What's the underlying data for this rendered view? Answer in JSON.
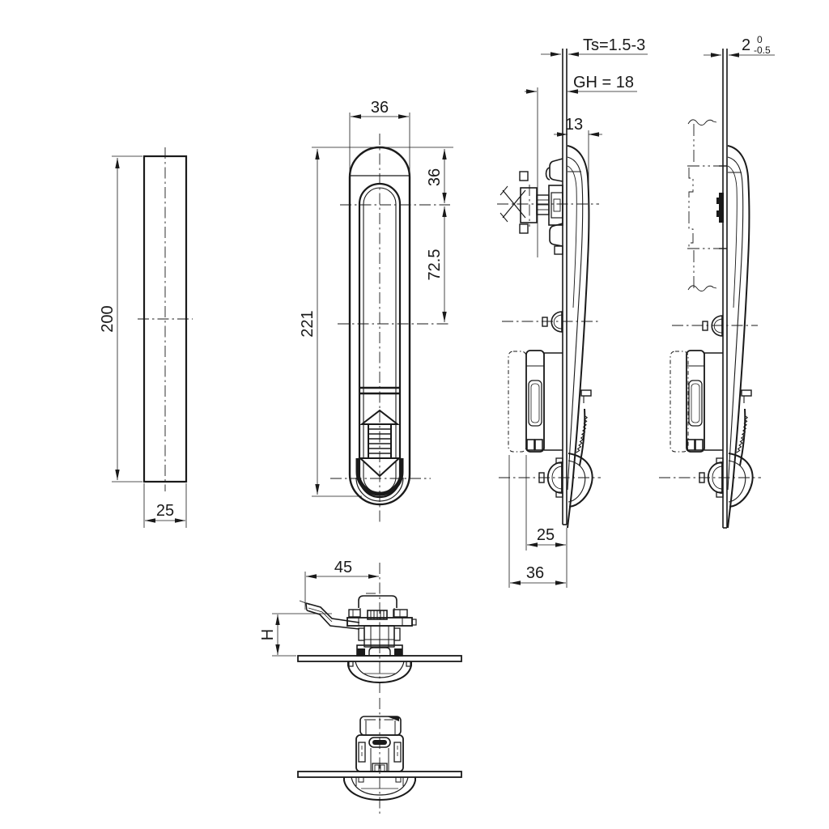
{
  "drawing": {
    "background": "#ffffff",
    "ink": "#1a1a1a",
    "views": {
      "left_plate": {
        "height": "200",
        "width": "25"
      },
      "front": {
        "width": "36",
        "height": "221",
        "head_offset": "36",
        "slot_offset": "72.5"
      },
      "side": {
        "panel_thickness": "Ts=1.5-3",
        "grip_height": "GH = 18",
        "handle_depth": "13",
        "body_depth": "25",
        "total_depth": "36"
      },
      "side_mounted": {
        "door_thickness": "2",
        "tolerance_upper": "0",
        "tolerance_lower": "-0.5"
      },
      "top": {
        "tongue_length": "45",
        "grip_height_label": "H"
      }
    }
  }
}
